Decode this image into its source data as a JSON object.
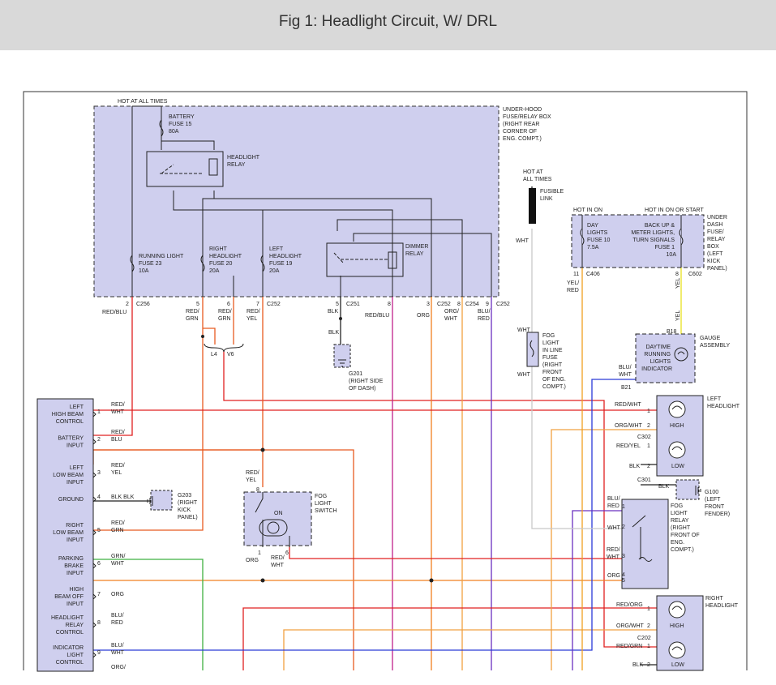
{
  "header": {
    "title": "Fig 1: Headlight Circuit, W/ DRL"
  },
  "diagram": {
    "colors": {
      "box_fill": "#cfcfee",
      "red": "#e02020",
      "orange": "#f08020",
      "red_orange": "#e85a20",
      "magenta": "#c0208a",
      "purple": "#6a30c0",
      "blue": "#2a3ad8",
      "green": "#3fb040",
      "yellow": "#e8e020",
      "gray": "#c8c8c8",
      "black": "#222222"
    },
    "fusebox": {
      "hot_label": "HOT AT ALL TIMES",
      "title": [
        "UNDER-HOOD",
        "FUSE/RELAY BOX",
        "(RIGHT REAR",
        "CORNER OF",
        "ENG. COMPT.)"
      ],
      "battery_fuse": [
        "BATTERY",
        "FUSE 15",
        "80A"
      ],
      "headlight_relay": [
        "HEADLIGHT",
        "RELAY"
      ],
      "running_fuse": [
        "RUNNING LIGHT",
        "FUSE 23",
        "10A"
      ],
      "right_fuse": [
        "RIGHT",
        "HEADLIGHT",
        "FUSE 20",
        "20A"
      ],
      "left_fuse": [
        "LEFT",
        "HEADLIGHT",
        "FUSE 19",
        "20A"
      ],
      "dimmer_relay": [
        "DIMMER",
        "RELAY"
      ]
    },
    "pins": {
      "p2": "2",
      "c256": "C256",
      "p5a": "5",
      "p6a": "6",
      "p7a": "7",
      "c252a": "C252",
      "p5b": "5",
      "c251": "C251",
      "p8a": "8",
      "p3a": "3",
      "c252b": "C252",
      "p8b": "8",
      "c254": "C254",
      "p9a": "9",
      "c252c": "C252"
    },
    "wires": {
      "red_blu": "RED/BLU",
      "red_grn": [
        "RED/",
        "GRN"
      ],
      "red_grn2": [
        "RED/",
        "GRN"
      ],
      "red_yel": [
        "RED/",
        "YEL"
      ],
      "blk": "BLK",
      "blk2": "BLK",
      "red_blu2": "RED/BLU",
      "org": "ORG",
      "org_wht": [
        "ORG/",
        "WHT"
      ],
      "blu_red": [
        "BLU/",
        "RED"
      ]
    },
    "splice": {
      "l4": "L4",
      "v6": "V6"
    },
    "g201": [
      "G201",
      "(RIGHT SIDE",
      "OF DASH)"
    ],
    "fusible": {
      "hot": [
        "HOT AT",
        "ALL TIMES"
      ],
      "label": [
        "FUSIBLE",
        "LINK"
      ],
      "wht": "WHT",
      "wht2": "WHT",
      "wht3": "WHT"
    },
    "fog_fuse": [
      "FOG",
      "LIGHT",
      "IN LINE",
      "FUSE",
      "(RIGHT",
      "FRONT",
      "OF ENG.",
      "COMPT.)"
    ],
    "dash_box": {
      "hot_on": "HOT IN ON",
      "hot_on_start": "HOT IN ON OR START",
      "title": [
        "UNDER",
        "DASH",
        "FUSE/",
        "RELAY",
        "BOX",
        "(LEFT",
        "KICK",
        "PANEL)"
      ],
      "day_fuse": [
        "DAY",
        "LIGHTS",
        "FUSE 10",
        "7.5A"
      ],
      "backup_fuse": [
        "BACK UP &",
        "METER LIGHTS,",
        "TURN SIGNALS",
        "FUSE 1",
        "10A"
      ],
      "p11": "11",
      "c406": "C406",
      "p8": "8",
      "c602": "C602",
      "yel_red": [
        "YEL/",
        "RED"
      ],
      "yel": "YEL",
      "yel2": "YEL"
    },
    "gauge": {
      "title": [
        "GAUGE",
        "ASSEMBLY"
      ],
      "indicator": [
        "DAYTIME",
        "RUNNING",
        "LIGHTS",
        "INDICATOR"
      ],
      "b18": "B18",
      "b21": "B21",
      "blu_wht": [
        "BLU/",
        "WHT"
      ]
    },
    "left_headlight": {
      "title": [
        "LEFT",
        "HEADLIGHT"
      ],
      "high": "HIGH",
      "low": "LOW",
      "w1": "RED/WHT",
      "w2": "ORG/WHT",
      "c302": "C302",
      "w3": "RED/YEL",
      "w4": "BLK",
      "p1": "1",
      "p2": "2",
      "p1b": "1",
      "p2b": "2",
      "c301": "C301",
      "blk": "BLK"
    },
    "g100": [
      "G100",
      "(LEFT",
      "FRONT",
      "FENDER)"
    ],
    "fog_relay": {
      "title": [
        "FOG",
        "LIGHT",
        "RELAY",
        "(RIGHT",
        "FRONT OF",
        "ENG.",
        "COMPT.)"
      ],
      "w1": [
        "BLU/",
        "RED"
      ],
      "w2": "WHT",
      "w3": [
        "RED/",
        "WHT"
      ],
      "w4": "ORG",
      "p1": "1",
      "p2": "2",
      "p3": "3",
      "p4": "4",
      "p5": "5"
    },
    "right_headlight": {
      "title": [
        "RIGHT",
        "HEADLIGHT"
      ],
      "high": "HIGH",
      "low": "LOW",
      "w1": "RED/ORG",
      "w2": "ORG/WHT",
      "c202": "C202",
      "w3": "RED/GRN",
      "w4": "BLK",
      "p1": "1",
      "p2": "2",
      "p1b": "1",
      "p2b": "2"
    },
    "module": {
      "rows": [
        {
          "label": [
            "LEFT",
            "HIGH BEAM",
            "CONTROL"
          ],
          "pin": "1",
          "wire": [
            "RED/",
            "WHT"
          ]
        },
        {
          "label": [
            "BATTERY",
            "INPUT"
          ],
          "pin": "2",
          "wire": [
            "RED/",
            "BLU"
          ]
        },
        {
          "label": [
            "LEFT",
            "LOW BEAM",
            "INPUT"
          ],
          "pin": "3",
          "wire": [
            "RED/",
            "YEL"
          ]
        },
        {
          "label": [
            "GROUND"
          ],
          "pin": "4",
          "wire": [
            "BLK",
            "BLK"
          ]
        },
        {
          "label": [
            "RIGHT",
            "LOW BEAM",
            "INPUT"
          ],
          "pin": "5",
          "wire": [
            "RED/",
            "GRN"
          ]
        },
        {
          "label": [
            "PARKING",
            "BRAKE",
            "INPUT"
          ],
          "pin": "6",
          "wire": [
            "GRN/",
            "WHT"
          ]
        },
        {
          "label": [
            "HIGH",
            "BEAM OFF",
            "INPUT"
          ],
          "pin": "7",
          "wire": [
            "ORG"
          ]
        },
        {
          "label": [
            "HEADLIGHT",
            "RELAY",
            "CONTROL"
          ],
          "pin": "8",
          "wire": [
            "BLU/",
            "RED"
          ]
        },
        {
          "label": [
            "INDICATOR",
            "LIGHT",
            "CONTROL"
          ],
          "pin": "9",
          "wire": [
            "BLU/",
            "WHT"
          ]
        },
        {
          "label": [],
          "pin": "",
          "wire": [
            "ORG/"
          ]
        }
      ]
    },
    "g203": [
      "G203",
      "(RIGHT",
      "KICK",
      "PANEL)"
    ],
    "fog_switch": {
      "title": [
        "FOG",
        "LIGHT",
        "SWITCH"
      ],
      "on": "ON",
      "p8": "8",
      "p1": "1",
      "p6": "6",
      "w_in": [
        "RED/",
        "YEL"
      ],
      "w_org": "ORG",
      "w_rw": [
        "RED/",
        "WHT"
      ]
    }
  }
}
